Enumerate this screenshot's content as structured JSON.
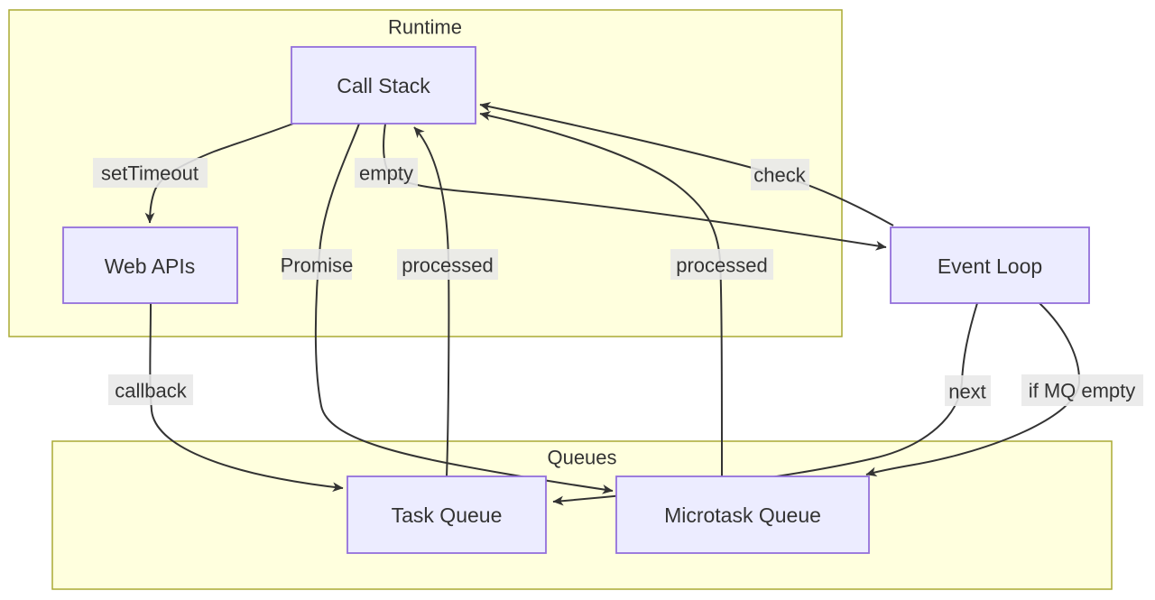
{
  "diagram": {
    "title_hint": "JavaScript event loop flowchart",
    "clusters": [
      {
        "id": "runtime",
        "label": "Runtime"
      },
      {
        "id": "queues",
        "label": "Queues"
      }
    ],
    "nodes": [
      {
        "id": "call-stack",
        "label": "Call Stack"
      },
      {
        "id": "web-apis",
        "label": "Web APIs"
      },
      {
        "id": "event-loop",
        "label": "Event Loop"
      },
      {
        "id": "task-queue",
        "label": "Task Queue"
      },
      {
        "id": "microtask-queue",
        "label": "Microtask Queue"
      }
    ],
    "edges": [
      {
        "from": "call-stack",
        "to": "web-apis",
        "label": "setTimeout"
      },
      {
        "from": "web-apis",
        "to": "task-queue",
        "label": "callback"
      },
      {
        "from": "call-stack",
        "to": "microtask-queue",
        "label": "Promise"
      },
      {
        "from": "task-queue",
        "to": "call-stack",
        "label": "processed"
      },
      {
        "from": "microtask-queue",
        "to": "call-stack",
        "label": "processed"
      },
      {
        "from": "call-stack",
        "to": "event-loop",
        "label": "empty"
      },
      {
        "from": "event-loop",
        "to": "call-stack",
        "label": "check"
      },
      {
        "from": "event-loop",
        "to": "task-queue",
        "label": "next"
      },
      {
        "from": "event-loop",
        "to": "microtask-queue",
        "label": "if MQ empty"
      }
    ],
    "colors": {
      "canvas_bg": "#ffffff",
      "cluster_fill": "#ffffde",
      "cluster_border": "#aaaa33",
      "node_fill": "#ececff",
      "node_border": "#9370db",
      "edge_color": "#333333",
      "label_bg": "#e8e8e8",
      "text_color": "#333333"
    }
  }
}
